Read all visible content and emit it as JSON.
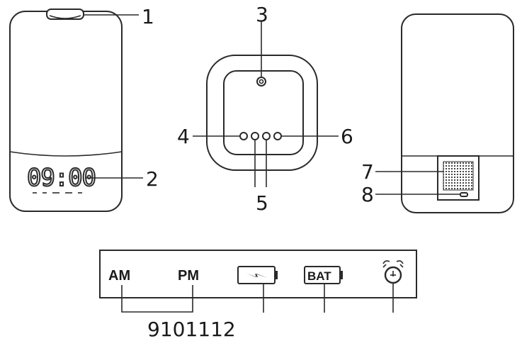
{
  "callouts": {
    "c1": "1",
    "c2": "2",
    "c3": "3",
    "c4": "4",
    "c5": "5",
    "c6": "6",
    "c7": "7",
    "c8": "8",
    "c9to12": "9101112"
  },
  "display": {
    "time": "09:00",
    "am_label": "AM",
    "pm_label": "PM",
    "battery_label": "BAT"
  }
}
